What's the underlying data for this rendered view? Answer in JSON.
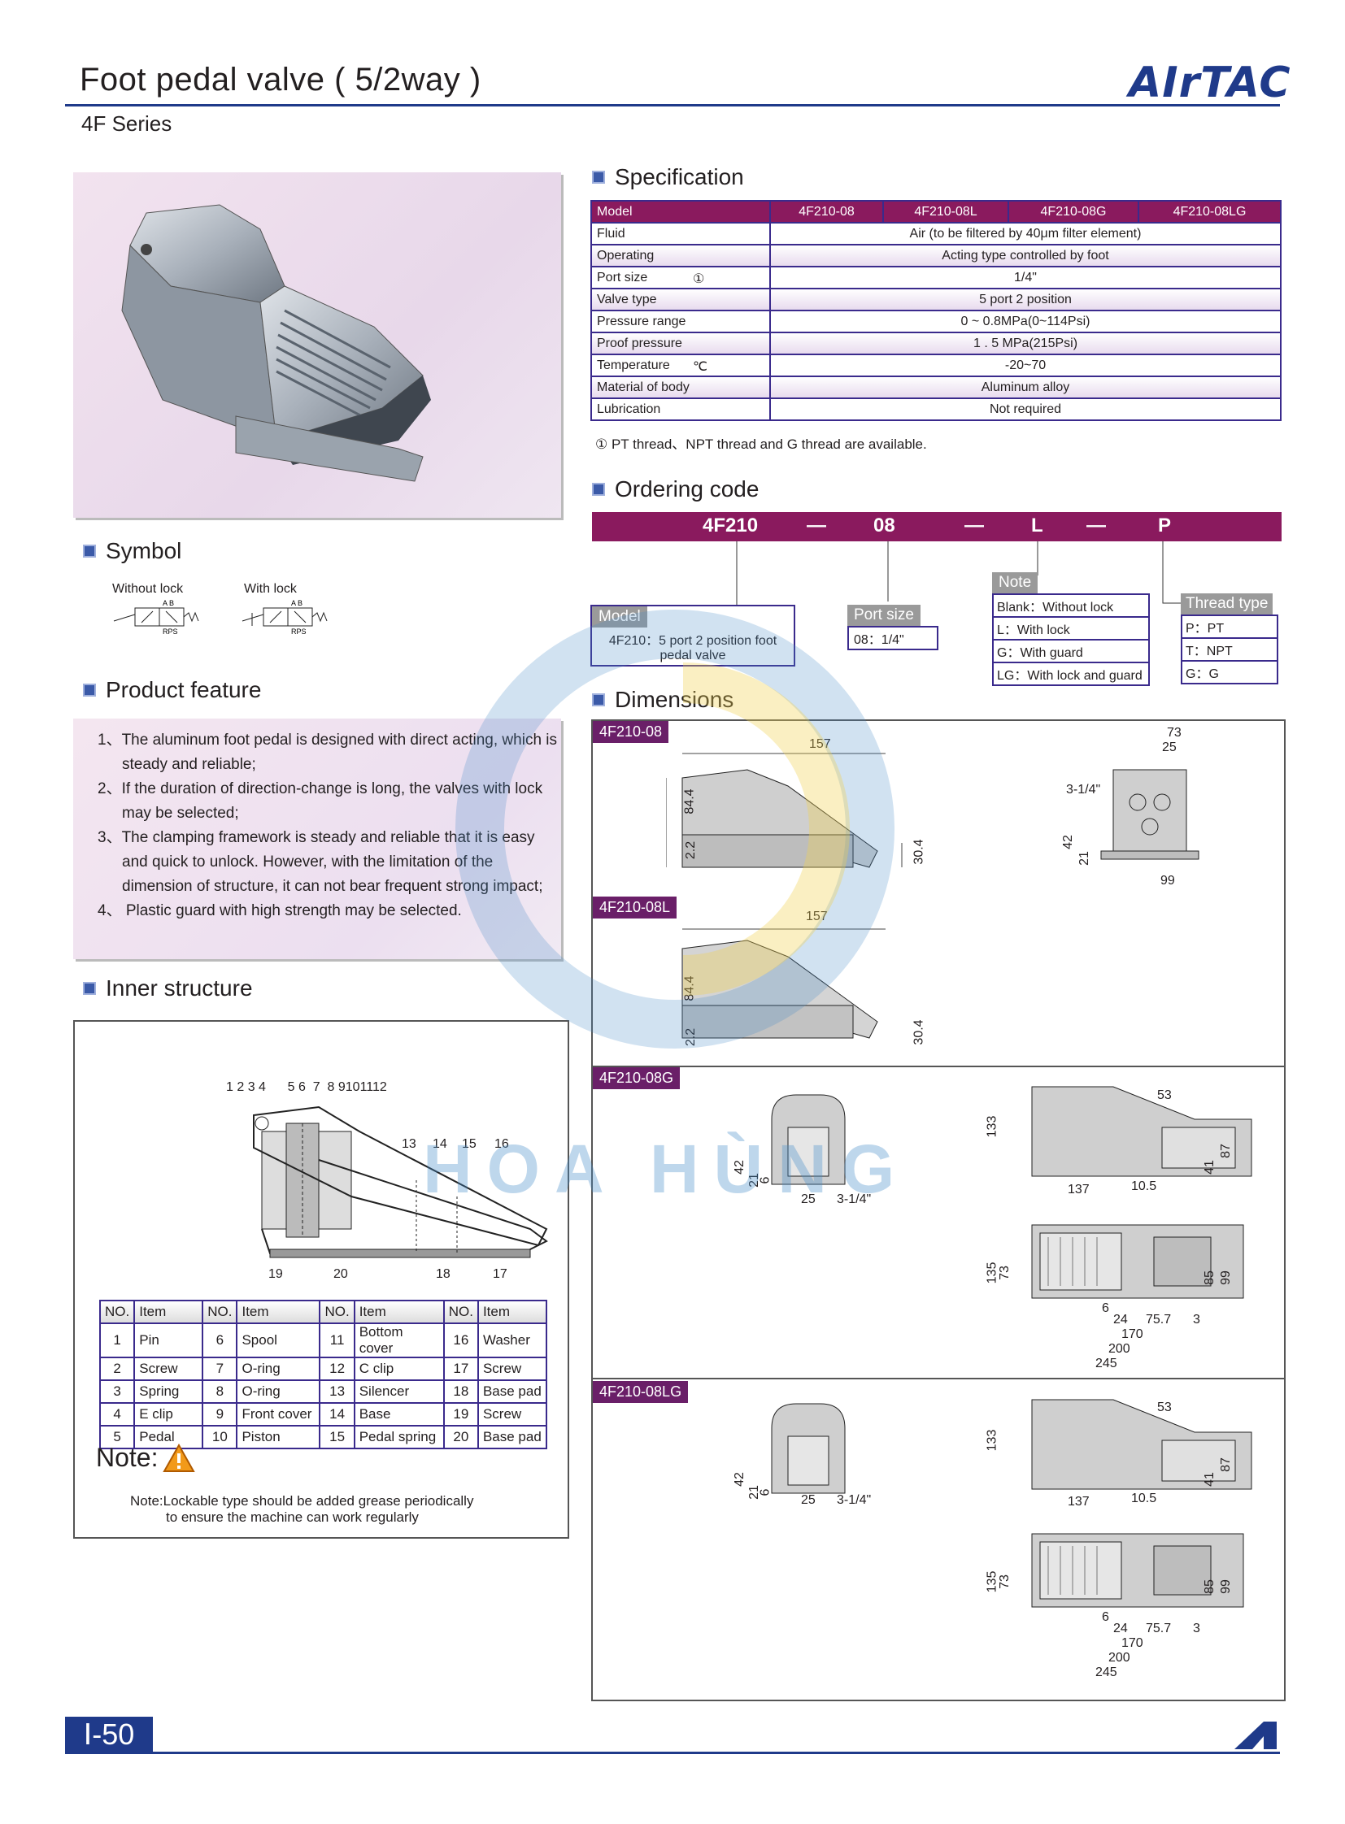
{
  "header": {
    "title": "Foot pedal valve ( 5/2way )",
    "series": "4F Series",
    "brand": "AIrTAC"
  },
  "colors": {
    "accent": "#8a1a5e",
    "brand_blue": "#1f3a8a",
    "table_border": "#3a2a8c"
  },
  "sections": {
    "specification": "Specification",
    "ordering_code": "Ordering code",
    "dimensions": "Dimensions",
    "symbol": "Symbol",
    "product_feature": "Product feature",
    "inner_structure": "Inner structure"
  },
  "symbol": {
    "without_lock": "Without lock",
    "with_lock": "With lock",
    "ports_top": "A B",
    "ports_bottom": "RPS"
  },
  "spec": {
    "header": [
      "Model",
      "4F210-08",
      "4F210-08L",
      "4F210-08G",
      "4F210-08LG"
    ],
    "rows": [
      {
        "label": "Fluid",
        "value": "Air (to be filtered by 40μm filter element)"
      },
      {
        "label": "Operating",
        "value": "Acting type controlled by foot"
      },
      {
        "label": "Port size",
        "mark": "①",
        "value": "1/4\""
      },
      {
        "label": "Valve type",
        "value": "5 port 2 position"
      },
      {
        "label": "Pressure range",
        "value": "0 ~ 0.8MPa(0~114Psi)"
      },
      {
        "label": "Proof pressure",
        "value": "1 . 5 MPa(215Psi)"
      },
      {
        "label": "Temperature",
        "mark": "℃",
        "value": "-20~70"
      },
      {
        "label": "Material of body",
        "value": "Aluminum alloy"
      },
      {
        "label": "Lubrication",
        "value": "Not required"
      }
    ],
    "footnote": "① PT thread、NPT thread and G thread are available."
  },
  "ordering": {
    "code": [
      "4F210",
      "—",
      "08",
      "—",
      "L",
      "—",
      "P"
    ],
    "model_label": "Model",
    "model_text": "4F210：5 port 2 position foot pedal valve",
    "port_label": "Port size",
    "port_text": "08：1/4\"",
    "note_label": "Note",
    "note_items": [
      "Blank：Without lock",
      "L：With lock",
      "G：With guard",
      "LG：With lock and guard"
    ],
    "thread_label": "Thread type",
    "thread_items": [
      "P：PT",
      "T：NPT",
      "G：G"
    ]
  },
  "features": [
    "1、The aluminum foot pedal is designed with direct acting, which is steady and reliable;",
    "2、If the duration of direction-change is long, the valves with lock may be selected;",
    "3、The clamping framework is steady and reliable that it is easy and quick to unlock. However, with the limitation of the dimension of structure, it can not bear frequent strong impact;",
    "4、 Plastic guard with high strength may be selected."
  ],
  "inner": {
    "callouts_top": "1 2 3 4      5 6  7  8 9101112",
    "callouts_mid": [
      "13",
      "14",
      "15",
      "16"
    ],
    "callouts_bottom": [
      "19",
      "20",
      "18",
      "17"
    ],
    "parts_header": [
      "NO.",
      "Item",
      "NO.",
      "Item",
      "NO.",
      "Item",
      "NO.",
      "Item"
    ],
    "parts_rows": [
      [
        "1",
        "Pin",
        "6",
        "Spool",
        "11",
        "Bottom cover",
        "16",
        "Washer"
      ],
      [
        "2",
        "Screw",
        "7",
        "O-ring",
        "12",
        "C clip",
        "17",
        "Screw"
      ],
      [
        "3",
        "Spring",
        "8",
        "O-ring",
        "13",
        "Silencer",
        "18",
        "Base pad"
      ],
      [
        "4",
        "E clip",
        "9",
        "Front cover",
        "14",
        "Base",
        "19",
        "Screw"
      ],
      [
        "5",
        "Pedal",
        "10",
        "Piston",
        "15",
        "Pedal spring",
        "20",
        "Base pad"
      ]
    ],
    "note_title": "Note:",
    "note_line1": "Note:Lockable type should be added grease periodically",
    "note_line2": "to ensure the machine can work regularly"
  },
  "dimensions": {
    "tags": [
      "4F210-08",
      "4F210-08L",
      "4F210-08G",
      "4F210-08LG"
    ],
    "d08": {
      "len": "157",
      "h": "84.4",
      "b": "2.2",
      "p": "30.4",
      "w": "73",
      "w2": "25",
      "port": "3-1/4\"",
      "h42": "42",
      "h21": "21",
      "base": "99"
    },
    "d08l": {
      "len": "157",
      "h": "84.4",
      "b": "2.2",
      "p": "30.4"
    },
    "d08g": {
      "h42": "42",
      "h21": "21",
      "h6": "6",
      "w25": "25",
      "port": "3-1/4\"",
      "h133": "133",
      "w53": "53",
      "h41": "41",
      "h87": "87",
      "w137": "137",
      "w105": "10.5",
      "h135": "135",
      "h73": "73",
      "h85": "85",
      "h99": "99",
      "d6": "6",
      "d24": "24",
      "d757": "75.7",
      "d3": "3",
      "d170": "170",
      "d200": "200",
      "d245": "245"
    }
  },
  "footer": {
    "page": "Ⅰ-50"
  },
  "watermark": "HOA HÙNG"
}
